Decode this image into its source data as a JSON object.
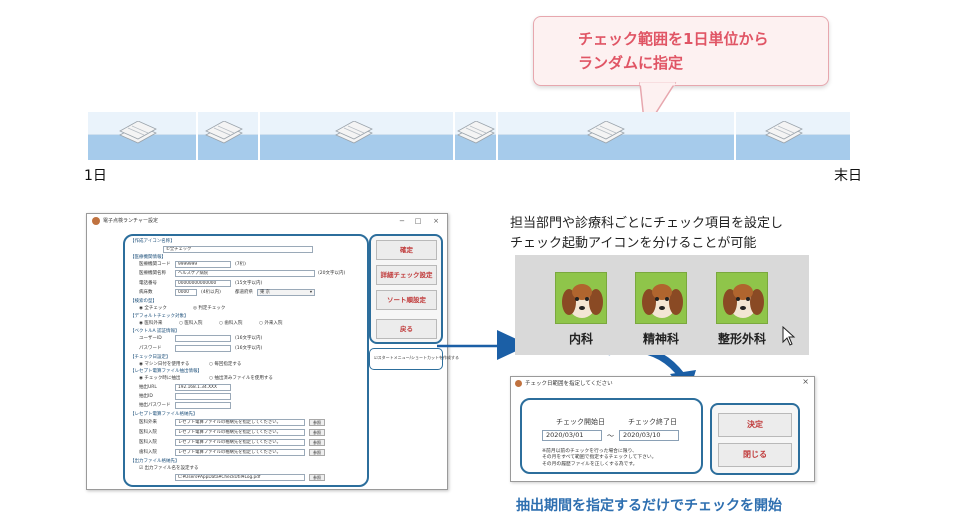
{
  "bubble": {
    "line1": "チェック範囲を1日単位から",
    "line2": "ランダムに指定"
  },
  "timeline": {
    "start_label": "1日",
    "end_label": "末日",
    "colors": {
      "bar": "#a6cbeb",
      "segment": "#8ebde4"
    }
  },
  "window": {
    "title": "電子点検ランチャー設定",
    "controls": {
      "minimize": "−",
      "maximize": "□",
      "close": "×"
    },
    "buttons": {
      "confirm": "確定",
      "detail": "詳細チェック設定",
      "sort": "ソート順設定",
      "back": "戻る"
    },
    "side_option": {
      "label": "スタートメニュー/ショートカットを作成する"
    },
    "form": {
      "sec_icon_name": "【作成アイコン名称】",
      "icon_name_value": "①全チェック",
      "sec_facility": "【医療機関情報】",
      "facility_code_label": "医療機関コード",
      "facility_code_value": "9999999",
      "facility_code_note": "(7桁)",
      "facility_name_label": "医療機関名称",
      "facility_name_value": "ヘルスケア病院",
      "facility_name_note": "(20文字以内)",
      "phone_label": "電話番号",
      "phone_value": "00000000000000",
      "phone_note": "(15文字以内)",
      "beds_label": "病床数",
      "beds_value": "0000",
      "beds_note": "(4桁以内)",
      "pref_label": "都道府県",
      "pref_value": "東 京",
      "sec_check_type": "【検索の型】",
      "check_type_1": "◉ 全チェック",
      "check_type_2": "◎ 判定チェック",
      "sec_default": "【デフォルトチェック対象】",
      "default_1": "◉ 医科外来",
      "default_2": "○ 医科入院",
      "default_3": "○ 歯科入院",
      "default_4": "○ 外来入院",
      "sec_auth": "【ベクトルA 認証情報】",
      "user_id_label": "ユーザーID",
      "user_id_note": "(16文字以内)",
      "password_label": "パスワード",
      "password_note": "(16文字以内)",
      "sec_check_date": "【チェック日設定】",
      "check_date_1": "◉ マシン日付を使用する",
      "check_date_2": "○ 毎回指定する",
      "sec_receipt": "【レセプト電算ファイル抽出情報】",
      "receipt_1": "◉ チェック時に抽出",
      "receipt_2": "○ 抽出済みファイルを使用する",
      "extract_url_label": "抽出URL",
      "extract_url_value": "192.168.1.34.XXX",
      "extract_id_label": "抽出ID",
      "extract_pw_label": "抽出パスワード",
      "sec_receipt_folder": "【レセプト電算ファイル格納先】",
      "folder_rows": [
        {
          "label": "医科外来",
          "value": "レセプト電算ファイルの格納先を指定してください。",
          "btn": "参照"
        },
        {
          "label": "医科入院",
          "value": "レセプト電算ファイルの格納先を指定してください。",
          "btn": "参照"
        },
        {
          "label": "医科入院",
          "value": "レセプト電算ファイルの格納先を指定してください。",
          "btn": "参照"
        },
        {
          "label": "歯科入院",
          "value": "レセプト電算ファイルの格納先を指定してください。",
          "btn": "参照"
        }
      ],
      "sec_output": "【出力ファイル格納先】",
      "output_check": "☑ 出力ファイル名を設定する",
      "output_value": "C:¥Users¥AppData¥CheckUtil¥Log.pdf",
      "output_btn": "参照"
    }
  },
  "dept": {
    "caption_line1": "担当部門や診療科ごとにチェック項目を設定し",
    "caption_line2": "チェック起動アイコンを分けることが可能",
    "items": [
      {
        "label": "内科",
        "icon": "dog-icon"
      },
      {
        "label": "精神科",
        "icon": "dog-icon"
      },
      {
        "label": "整形外科",
        "icon": "dog-icon"
      }
    ],
    "colors": {
      "icon_bg": "#8fc54a",
      "panel_bg": "#d9d9d9"
    }
  },
  "dialog": {
    "title": "チェック日範囲を指定してください",
    "close": "×",
    "start_label": "チェック開始日",
    "end_label": "チェック終了日",
    "start_value": "2020/03/01",
    "end_value": "2020/03/10",
    "separator": "〜",
    "note_line1": "※前月以前のチェックを行った場合に限り、",
    "note_line2": "その月をすべて範囲で指定するチェックして下さい。",
    "note_line3": "その月の履歴ファイルを正しくする為です。",
    "ok": "決定",
    "close_btn": "閉じる"
  },
  "bottom_caption": "抽出期間を指定するだけでチェックを開始"
}
